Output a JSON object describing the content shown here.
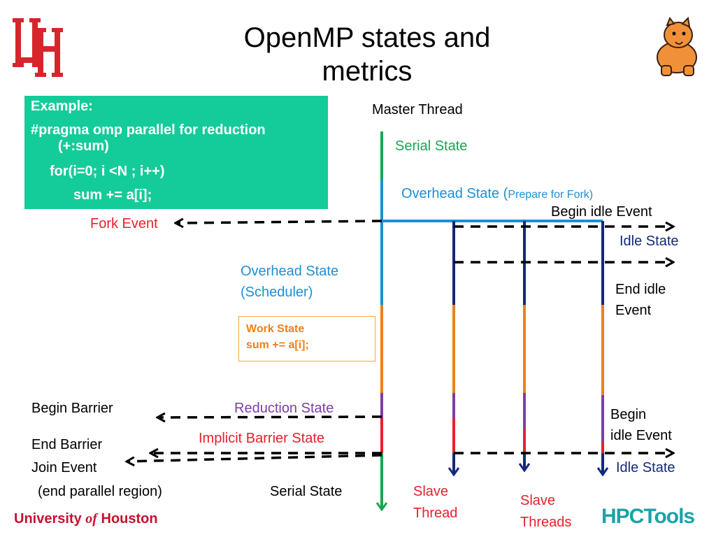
{
  "title": {
    "line1": "OpenMP states and",
    "line2": "metrics"
  },
  "code": {
    "line1": "Example:",
    "line2": "#pragma omp parallel for reduction",
    "line3": "(+:sum)",
    "line4": "for(i=0; i <N ; i++)",
    "line5": "sum += a[i];"
  },
  "labels": {
    "master_thread": "Master Thread",
    "serial_state_top": "Serial State",
    "overhead_fork_prefix": "Overhead State (",
    "overhead_fork_small": "Prepare for Fork)",
    "begin_idle_event_top": "Begin idle Event",
    "fork_event": "Fork Event",
    "idle_state_top": "Idle State",
    "overhead_sched_1": "Overhead State",
    "overhead_sched_2": "(Scheduler)",
    "end_idle_1": "End idle",
    "end_idle_2": "Event",
    "work_state_1": "Work State",
    "work_state_2": "sum += a[i];",
    "begin_barrier": "Begin Barrier",
    "reduction_state": "Reduction State",
    "begin_idle_1": "Begin",
    "begin_idle_2": "idle Event",
    "end_barrier": "End Barrier",
    "implicit_barrier": "Implicit Barrier State",
    "join_event": "Join Event",
    "idle_state_bottom": "Idle State",
    "end_parallel": "(end parallel region)",
    "serial_state_bottom": "Serial State",
    "slave_thread_1": "Slave",
    "slave_thread_2": "Thread",
    "slave_threads_1": "Slave",
    "slave_threads_2": "Threads"
  },
  "footer": {
    "uh_left": "University ",
    "uh_of": "of",
    "uh_right": " Houston",
    "logo_uh": "UH",
    "hpctools": "HPCTools"
  },
  "colors": {
    "serial": "#1aa553",
    "overhead": "#1e8ed8",
    "idle": "#13297a",
    "work": "#ef7f1a",
    "reduction": "#7b3fa8",
    "barrier": "#e8202a",
    "event_arrow": "#000000",
    "code_bg": "#13cc99"
  }
}
